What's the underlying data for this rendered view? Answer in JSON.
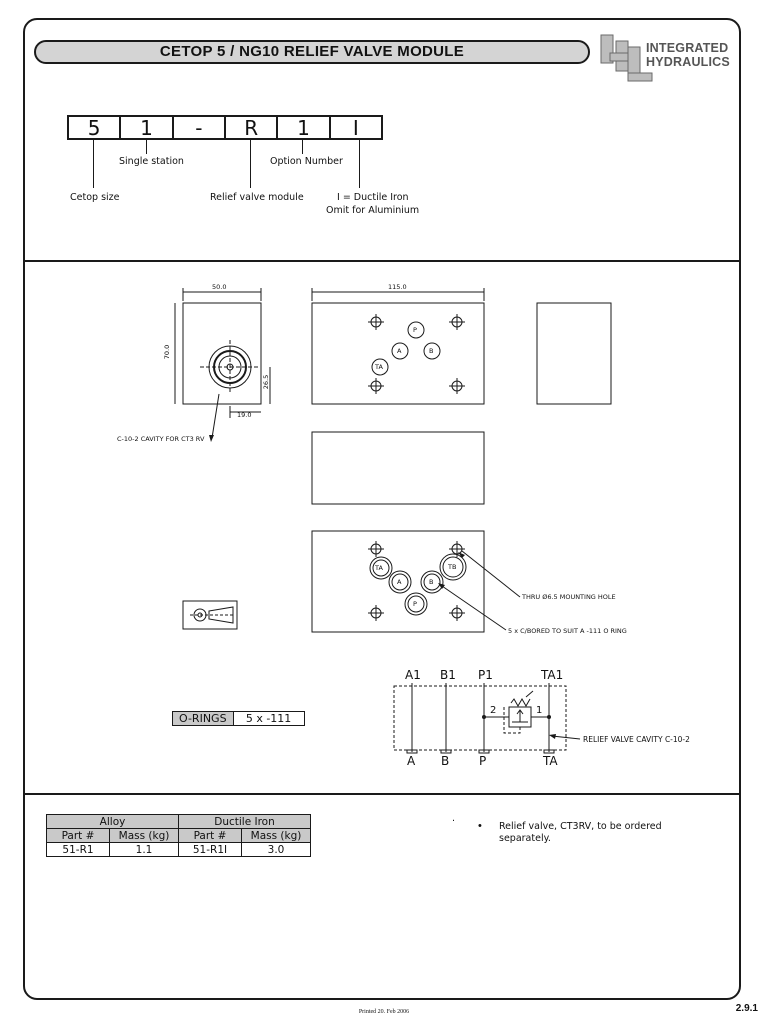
{
  "title": "CETOP 5 / NG10 RELIEF VALVE MODULE",
  "logo": {
    "line1": "INTEGRATED",
    "line2": "HYDRAULICS",
    "mark": "IHL"
  },
  "code": {
    "cells": [
      "5",
      "1",
      "-",
      "R",
      "1",
      "I"
    ],
    "labels": {
      "single_station": "Single station",
      "option_number": "Option Number",
      "cetop_size": "Cetop size",
      "relief_valve_module": "Relief valve module",
      "material_1": "I = Ductile Iron",
      "material_2": "Omit for Aluminium"
    }
  },
  "dims": {
    "width_side": "50.0",
    "height_side": "70.0",
    "cavity_height": "26.5",
    "cavity_offset": "19.0",
    "length_top": "115.0",
    "cavity_note": "C-10-2 CAVITY FOR  CT3 RV"
  },
  "ports": {
    "p": "P",
    "a": "A",
    "b": "B",
    "ta": "TA",
    "tb": "TB"
  },
  "bottom_notes": {
    "mounting": "THRU Ø6.5 MOUNTING HOLE",
    "oring_bore": "5 x C/BORED TO SUIT A -111 O RING"
  },
  "orings": {
    "label": "O-RINGS",
    "value": "5 x -111"
  },
  "schematic": {
    "top": [
      "A1",
      "B1",
      "P1",
      "TA1"
    ],
    "bottom": [
      "A",
      "B",
      "P",
      "TA"
    ],
    "port2": "2",
    "port1": "1",
    "cavity_label": "RELIEF VALVE CAVITY C-10-2"
  },
  "table": {
    "groups": [
      "Alloy",
      "Ductile Iron"
    ],
    "headers": [
      "Part #",
      "Mass (kg)",
      "Part #",
      "Mass (kg)"
    ],
    "row": [
      "51-R1",
      "1.1",
      "51-R1I",
      "3.0"
    ]
  },
  "note": {
    "bullet": "•",
    "text1": "Relief valve, CT3RV, to be ordered",
    "text2": "separately."
  },
  "dot": ".",
  "footer": "Printed 20. Feb 2006",
  "page_number": "2.9.1"
}
